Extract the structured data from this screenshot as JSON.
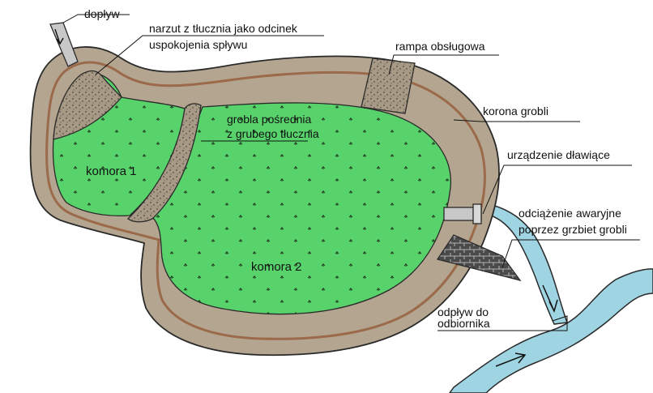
{
  "labels": {
    "inflow": "dopływ",
    "riprap": [
      "narzut z tłucznia jako odcinek",
      "uspokojenia spływu"
    ],
    "service_ramp": "rampa obsługowa",
    "embankment_crest": "korona grobli",
    "intermediate_dike": [
      "grobla pośrednia",
      "z grubego tłucznia"
    ],
    "chamber_1": "komora 1",
    "chamber_2": "komora 2",
    "throttle_device": "urządzenie dławiące",
    "emergency_overflow": [
      "odciążenie awaryjne",
      "poprzez grzbiet grobli"
    ],
    "outflow": [
      "odpływ do",
      "odbiornika"
    ]
  },
  "colors": {
    "embankment": "#b3a58f",
    "crest_path": "#9b6a4a",
    "chamber_fill": "#58d36c",
    "riprap_fill": "#a79a86",
    "water": "#9fd4e2",
    "outline": "#2a2a2a"
  }
}
